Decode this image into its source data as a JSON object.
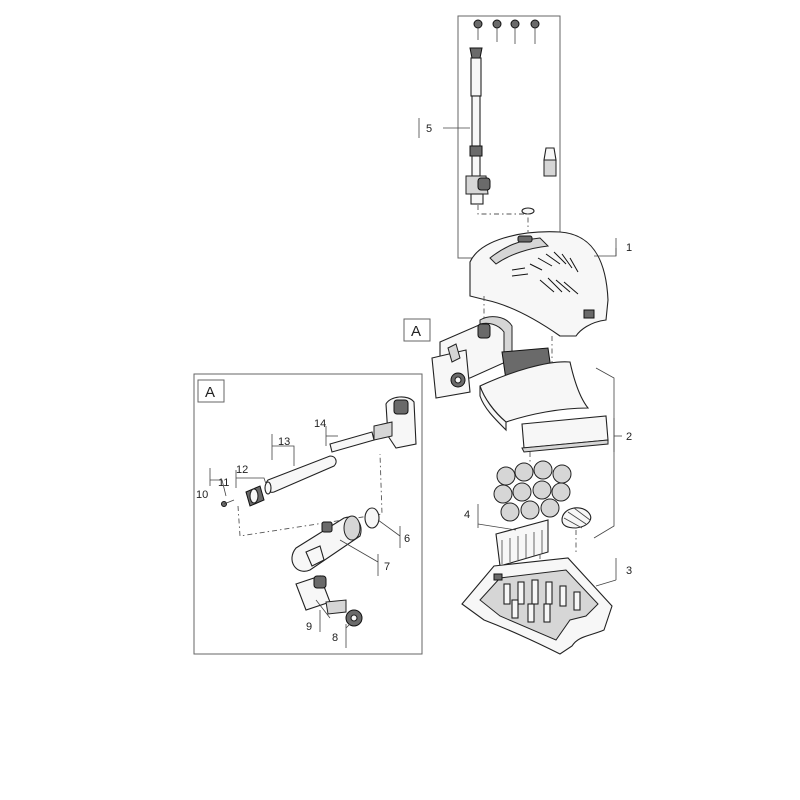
{
  "callouts": {
    "p1": "1",
    "p2": "2",
    "p3": "3",
    "p4": "4",
    "p5": "5",
    "p6": "6",
    "p7": "7",
    "p8": "8",
    "p9": "9",
    "p10": "10",
    "p11": "11",
    "p12": "12",
    "p13": "13",
    "p14": "14"
  },
  "detail_marker": "A",
  "detail_box_label": "A"
}
